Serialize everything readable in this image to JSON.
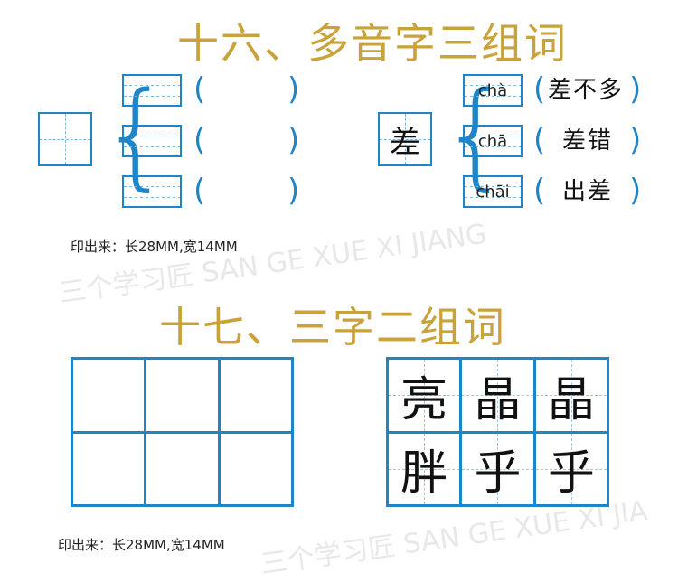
{
  "section16": {
    "title": "十六、多音字三组词",
    "left_group": {
      "char": "",
      "rows": [
        {
          "pinyin": "",
          "word": ""
        },
        {
          "pinyin": "",
          "word": ""
        },
        {
          "pinyin": "",
          "word": ""
        }
      ]
    },
    "right_group": {
      "char": "差",
      "rows": [
        {
          "pinyin": "chà",
          "word": "差不多"
        },
        {
          "pinyin": "chā",
          "word": "差错"
        },
        {
          "pinyin": "chāi",
          "word": "出差"
        }
      ]
    },
    "paren_open": "(",
    "paren_close": ")",
    "note": "印出来：长28MM,宽14MM"
  },
  "section17": {
    "title": "十七、三字二组词",
    "left_grid": [
      "",
      "",
      "",
      "",
      "",
      ""
    ],
    "right_grid": [
      "亮",
      "晶",
      "晶",
      "胖",
      "乎",
      "乎"
    ],
    "note": "印出来：长28MM,宽14MM"
  },
  "watermarks": {
    "w1": "三个学习匠 SAN GE XUE XI JIANG",
    "w2": "三个学习匠 SAN GE XUE XI JIA"
  },
  "colors": {
    "blue": "#1e86c8",
    "title_gold": "#c9a23a"
  }
}
